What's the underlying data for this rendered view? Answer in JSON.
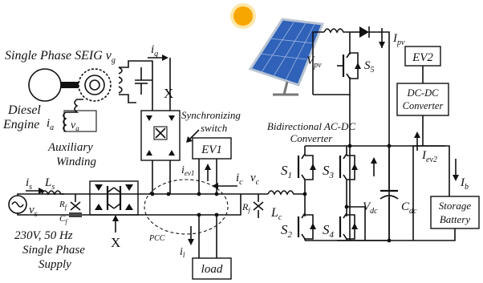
{
  "labels": {
    "seig": "Single Phase SEIG v",
    "seig_sub": "g",
    "ig": "i",
    "ig_sub": "g",
    "diesel1": "Diesel",
    "diesel2": "Engine",
    "ia": "i",
    "ia_sub": "a",
    "va": "v",
    "va_sub": "a",
    "aux1": "Auxiliary",
    "aux2": "Winding",
    "sync1": "Synchronizing",
    "sync2": "switch",
    "x_top": "X",
    "x_bottom": "X",
    "ev1": "EV1",
    "iev1": "i",
    "iev1_sub": "ev1",
    "ic": "i",
    "ic_sub": "c",
    "vc": "v",
    "vc_sub": "c",
    "rf_left": "R",
    "rf_left_sub": "f",
    "cf": "C",
    "cf_sub": "f",
    "rf_right": "R",
    "rf_right_sub": "f",
    "lc": "L",
    "lc_sub": "c",
    "is": "i",
    "is_sub": "s",
    "ls": "L",
    "ls_sub": "s",
    "vs": "v",
    "vs_sub": "s",
    "supply1": "230V, 50 Hz",
    "supply2": "Single Phase",
    "supply3": "Supply",
    "pcc": "PCC",
    "il": "i",
    "il_sub": "l",
    "load": "load",
    "conv1": "Bidirectional AC-DC",
    "conv2": "Converter",
    "s1": "S",
    "s1_sub": "1",
    "s2": "S",
    "s2_sub": "2",
    "s3": "S",
    "s3_sub": "3",
    "s4": "S",
    "s4_sub": "4",
    "s5": "S",
    "s5_sub": "5",
    "vpv": "V",
    "vpv_sub": "pv",
    "ipv": "I",
    "ipv_sub": "pv",
    "ev2": "EV2",
    "dcdc1": "DC-DC",
    "dcdc2": "Converter",
    "iev2": "I",
    "iev2_sub": "ev2",
    "ib": "I",
    "ib_sub": "b",
    "vdc": "V",
    "vdc_sub": "dc",
    "cdc": "C",
    "cdc_sub": "dc",
    "storage1": "Storage",
    "storage2": "Battery"
  },
  "colors": {
    "sun": "#f5b800",
    "panel": "#2f62b8",
    "panel_frame": "#b9c4d4",
    "ink": "#111111"
  }
}
